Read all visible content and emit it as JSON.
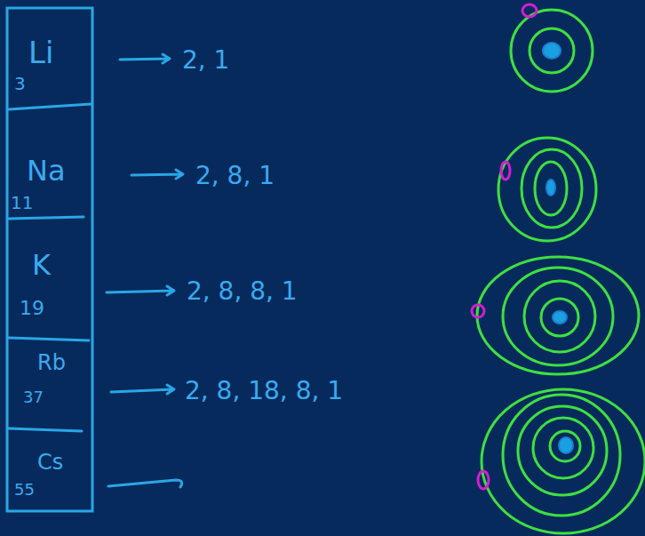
{
  "diagram": {
    "nodes": [
      {
        "text": [
          "Li",
          "3"
        ]
      },
      {
        "text": [
          "Na",
          "11"
        ]
      },
      {
        "text": [
          "K",
          "19"
        ]
      },
      {
        "text": [
          "Rb",
          "37"
        ]
      },
      {
        "text": [
          "Cs",
          "55"
        ]
      }
    ],
    "labels": [
      "2, 1",
      "2, 8, 1",
      "2, 8, 8, 1",
      "2, 8, 18, 8, 1"
    ]
  }
}
